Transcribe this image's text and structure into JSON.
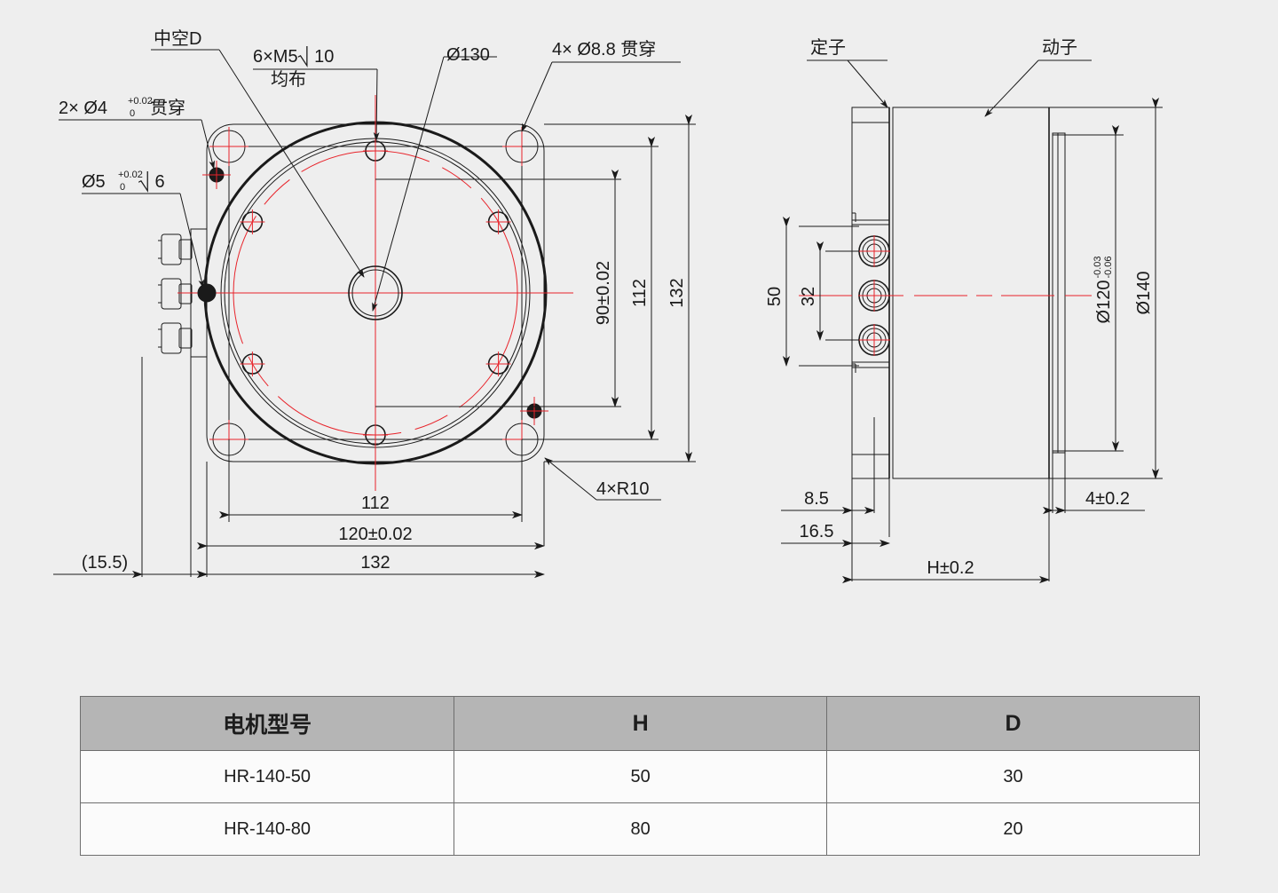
{
  "drawing": {
    "title_type": "mechanical-engineering-drawing",
    "front_view": {
      "callouts": {
        "hollow_d": "中空D",
        "tapped_holes": "6×M5⎷ 10",
        "tapped_holes_note": "均布",
        "bolt_circle": "Ø130",
        "through_holes": "4×  Ø8.8 贯穿",
        "pin_hole_2x": "2×  Ø4",
        "pin_hole_2x_tol_up": "+0.02",
        "pin_hole_2x_tol_lo": "0",
        "pin_hole_2x_suffix": "贯穿",
        "dowel_hole": "Ø5",
        "dowel_hole_tol_up": "+0.02",
        "dowel_hole_tol_lo": "0",
        "dowel_hole_depth": "⎷ 6",
        "corner_radius": "4×R10"
      },
      "dimensions": {
        "v_90": "90±0.02",
        "v_112": "112",
        "v_132": "132",
        "h_112": "112",
        "h_120": "120±0.02",
        "h_132": "132",
        "offset_155": "(15.5)"
      }
    },
    "side_view": {
      "callouts": {
        "stator": "定子",
        "rotor": "动子"
      },
      "dimensions": {
        "v_50": "50",
        "v_32": "32",
        "dia_120": "Ø120",
        "dia_120_tol_up": "-0.03",
        "dia_120_tol_lo": "-0.06",
        "dia_140": "Ø140",
        "h_85": "8.5",
        "h_165": "16.5",
        "h_H": "H±0.2",
        "h_4": "4±0.2"
      }
    },
    "colors": {
      "background": "#eeeeee",
      "line": "#1a1a1a",
      "centerline": "#e8232a",
      "table_header": "#b5b5b5",
      "table_cell": "#fbfbfb",
      "table_border": "#6e6e6e"
    }
  },
  "table": {
    "headers": [
      "电机型号",
      "H",
      "D"
    ],
    "rows": [
      [
        "HR-140-50",
        "50",
        "30"
      ],
      [
        "HR-140-80",
        "80",
        "20"
      ]
    ]
  }
}
